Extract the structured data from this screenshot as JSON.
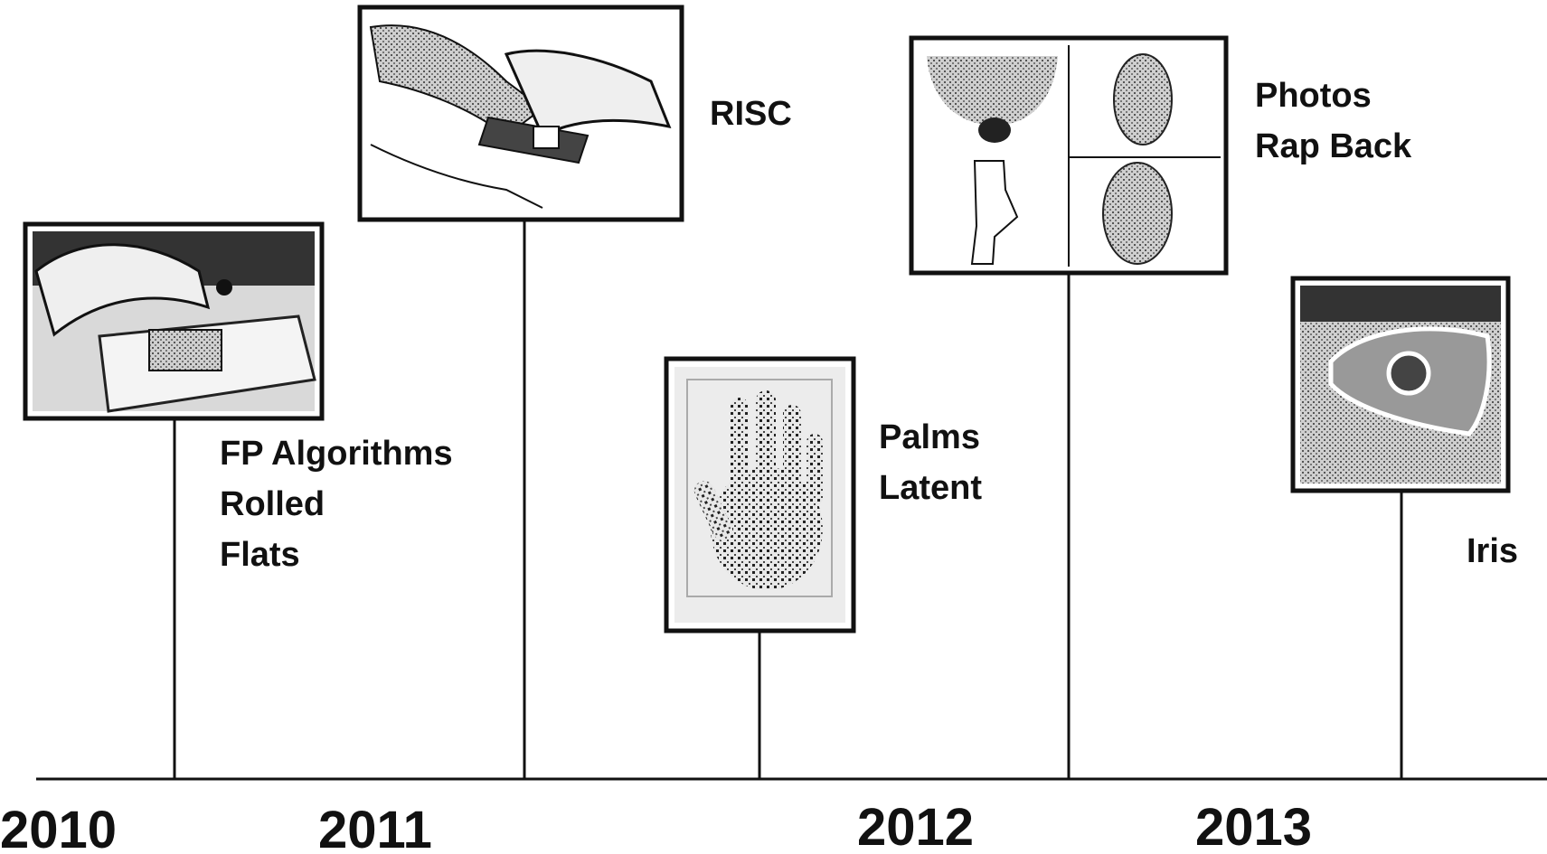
{
  "years": [
    "2010",
    "2011",
    "2012",
    "2013"
  ],
  "milestones": [
    {
      "id": "fp",
      "picture": "fingerprint-scanner",
      "labels": [
        "FP Algorithms",
        "Rolled",
        "Flats"
      ]
    },
    {
      "id": "risc",
      "picture": "mobile-fingerprint-device",
      "labels": [
        "RISC"
      ]
    },
    {
      "id": "palms",
      "picture": "palm-print",
      "labels": [
        "Palms",
        "Latent"
      ]
    },
    {
      "id": "photos",
      "picture": "mugshot-faces",
      "labels": [
        "Photos",
        "Rap Back"
      ]
    },
    {
      "id": "iris",
      "picture": "eye-iris",
      "labels": [
        "Iris"
      ]
    }
  ],
  "colors": {
    "ink": "#111111",
    "background": "#ffffff"
  }
}
